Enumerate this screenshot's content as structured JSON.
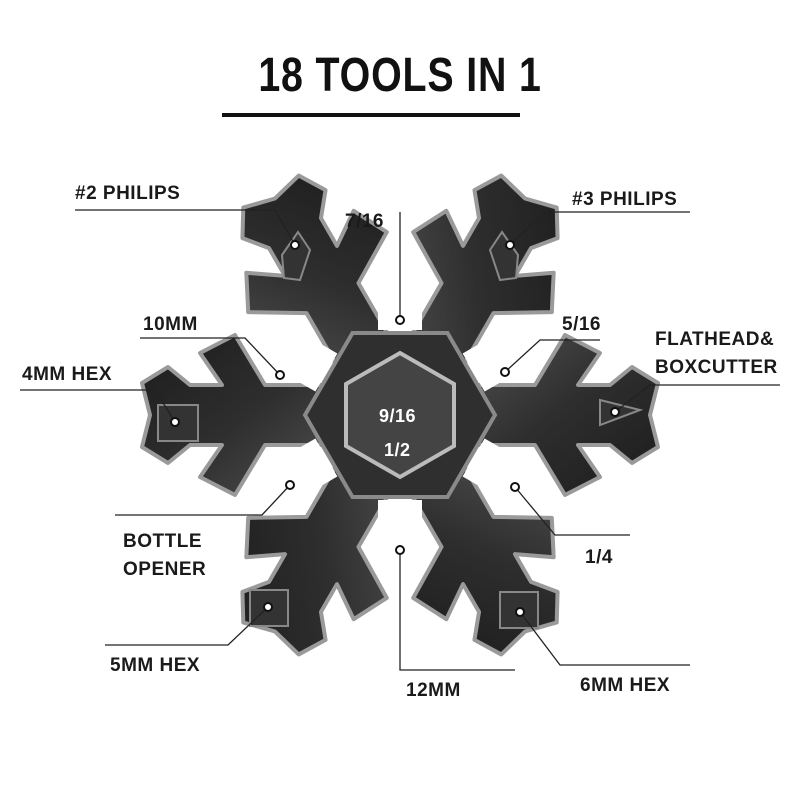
{
  "title": "18 TOOLS IN 1",
  "labels": {
    "phillips2": "#2 PHILIPS",
    "phillips3": "#3 PHILIPS",
    "w7_16": "7/16",
    "mm10": "10MM",
    "w5_16": "5/16",
    "flathead": "FLATHEAD&",
    "boxcutter": "BOXCUTTER",
    "hex4": "4MM HEX",
    "w9_16": "9/16",
    "w1_2": "1/2",
    "bottle": "BOTTLE",
    "opener": "OPENER",
    "w1_4": "1/4",
    "hex5": "5MM HEX",
    "mm12": "12MM",
    "hex6": "6MM HEX"
  },
  "colors": {
    "tool": "#3a3a3a",
    "edge": "#8a8a8a",
    "line": "#222222"
  }
}
